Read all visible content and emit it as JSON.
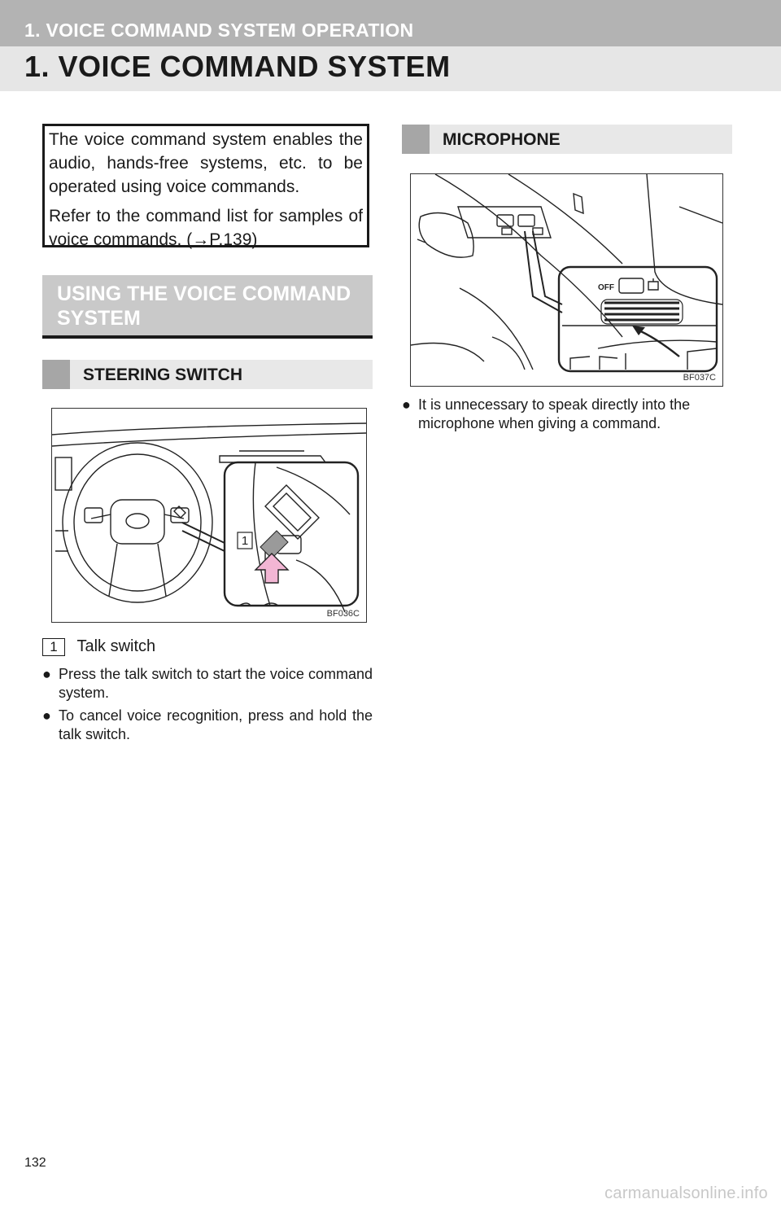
{
  "header": {
    "section_title": "1. VOICE COMMAND SYSTEM OPERATION",
    "page_title": "1. VOICE COMMAND SYSTEM"
  },
  "intro": {
    "paragraph1": "The voice command system enables the audio, hands-free systems, etc. to be operated using voice commands.",
    "paragraph2": "Refer to the command list for samples of voice commands. (→P.139)"
  },
  "using_section": {
    "heading": "USING THE VOICE COMMAND SYSTEM"
  },
  "steering": {
    "heading": "STEERING SWITCH",
    "figure_code": "BF036C",
    "callout_number": "1",
    "callout_label": "Talk switch",
    "bullets": [
      "Press the talk switch to start the voice command system.",
      "To cancel voice recognition, press and hold the talk switch."
    ]
  },
  "microphone": {
    "heading": "MICROPHONE",
    "figure_code": "BF037C",
    "switch_label": "OFF",
    "bullets": [
      "It is unnecessary to speak directly into the microphone when giving a command."
    ]
  },
  "footer": {
    "page_number": "132",
    "watermark": "carmanualsonline.info"
  }
}
